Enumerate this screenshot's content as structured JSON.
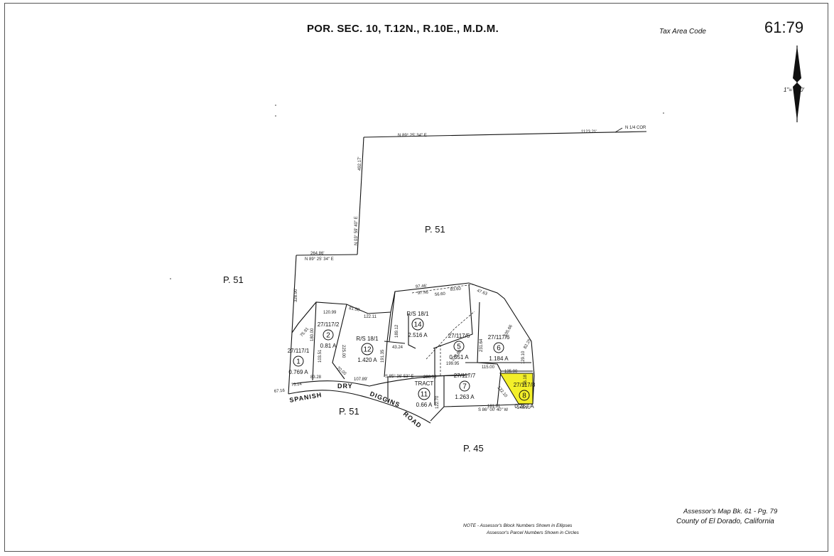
{
  "header": {
    "title": "POR. SEC. 10, T.12N., R.10E., M.D.M.",
    "tax_area_label": "Tax Area Code",
    "page_number": "61:79",
    "scale_label": "1\"= 200'"
  },
  "region_labels": {
    "p51_top": "P. 51",
    "p51_left": "P. 51",
    "p51_bottom": "P. 51",
    "p45": "P. 45"
  },
  "road_words": [
    "SPANISH",
    "DRY",
    "DIGGINS",
    "ROAD"
  ],
  "corner_label": "N 1/4 COR",
  "bearings": {
    "north_line": "N 89° 25' 34\" E",
    "north_distance": "1123.21'",
    "west_upper": "492.17'",
    "west_bearing": "N 03° 59' 40\" E",
    "offset_bearing": "N 89° 25' 34\" E",
    "offset_distance": "264.86'",
    "west_lower": "328.90'",
    "south_bearing": "S 86° 00' 40\" W",
    "south_distance": "246.91'"
  },
  "dimensions": [
    "120.99",
    "81.58",
    "122.11",
    "97.46'",
    "97.46",
    "56.60",
    "83.60",
    "47.63",
    "225.00",
    "189.12",
    "43.24",
    "191.35",
    "83.28",
    "107.89'",
    "236.35",
    "279.80",
    "115.00",
    "135.00",
    "181.91",
    "199.95",
    "231.64",
    "105.66",
    "82.25",
    "129.10",
    "70.00",
    "73.14",
    "67.16",
    "75.91",
    "180.00",
    "103.51",
    "122.70",
    "56.18",
    "132.10",
    "S 85° 36' 53\" E"
  ],
  "parcels": [
    {
      "number": "1",
      "book": "27/117/1",
      "acres": "0.769 A"
    },
    {
      "number": "2",
      "book": "27/117/2",
      "acres": "0.81 A"
    },
    {
      "number": "12",
      "book": "R/S 18/1",
      "acres": "1.420 A"
    },
    {
      "number": "14",
      "book": "R/S 18/1",
      "acres": "2.516 A"
    },
    {
      "number": "5",
      "book": "27/117/5",
      "acres": "0.551 A"
    },
    {
      "number": "6",
      "book": "27/117/6",
      "acres": "1.184 A"
    },
    {
      "number": "11",
      "book": "TRACT",
      "acres": "0.66 A"
    },
    {
      "number": "7",
      "book": "27/117/7",
      "acres": "1.263 A"
    },
    {
      "number": "8",
      "book": "27/117/8",
      "acres": "0.267 A"
    }
  ],
  "highlight_color": "#f3ef2a",
  "footer": {
    "map_ref": "Assessor's Map Bk. 61  - Pg. 79",
    "county": "County of El Dorado, California",
    "note_line1": "NOTE -  Assessor's Block Numbers Shown in Ellipses",
    "note_line2": "Assessor's Parcel Numbers Shown in Circles"
  }
}
